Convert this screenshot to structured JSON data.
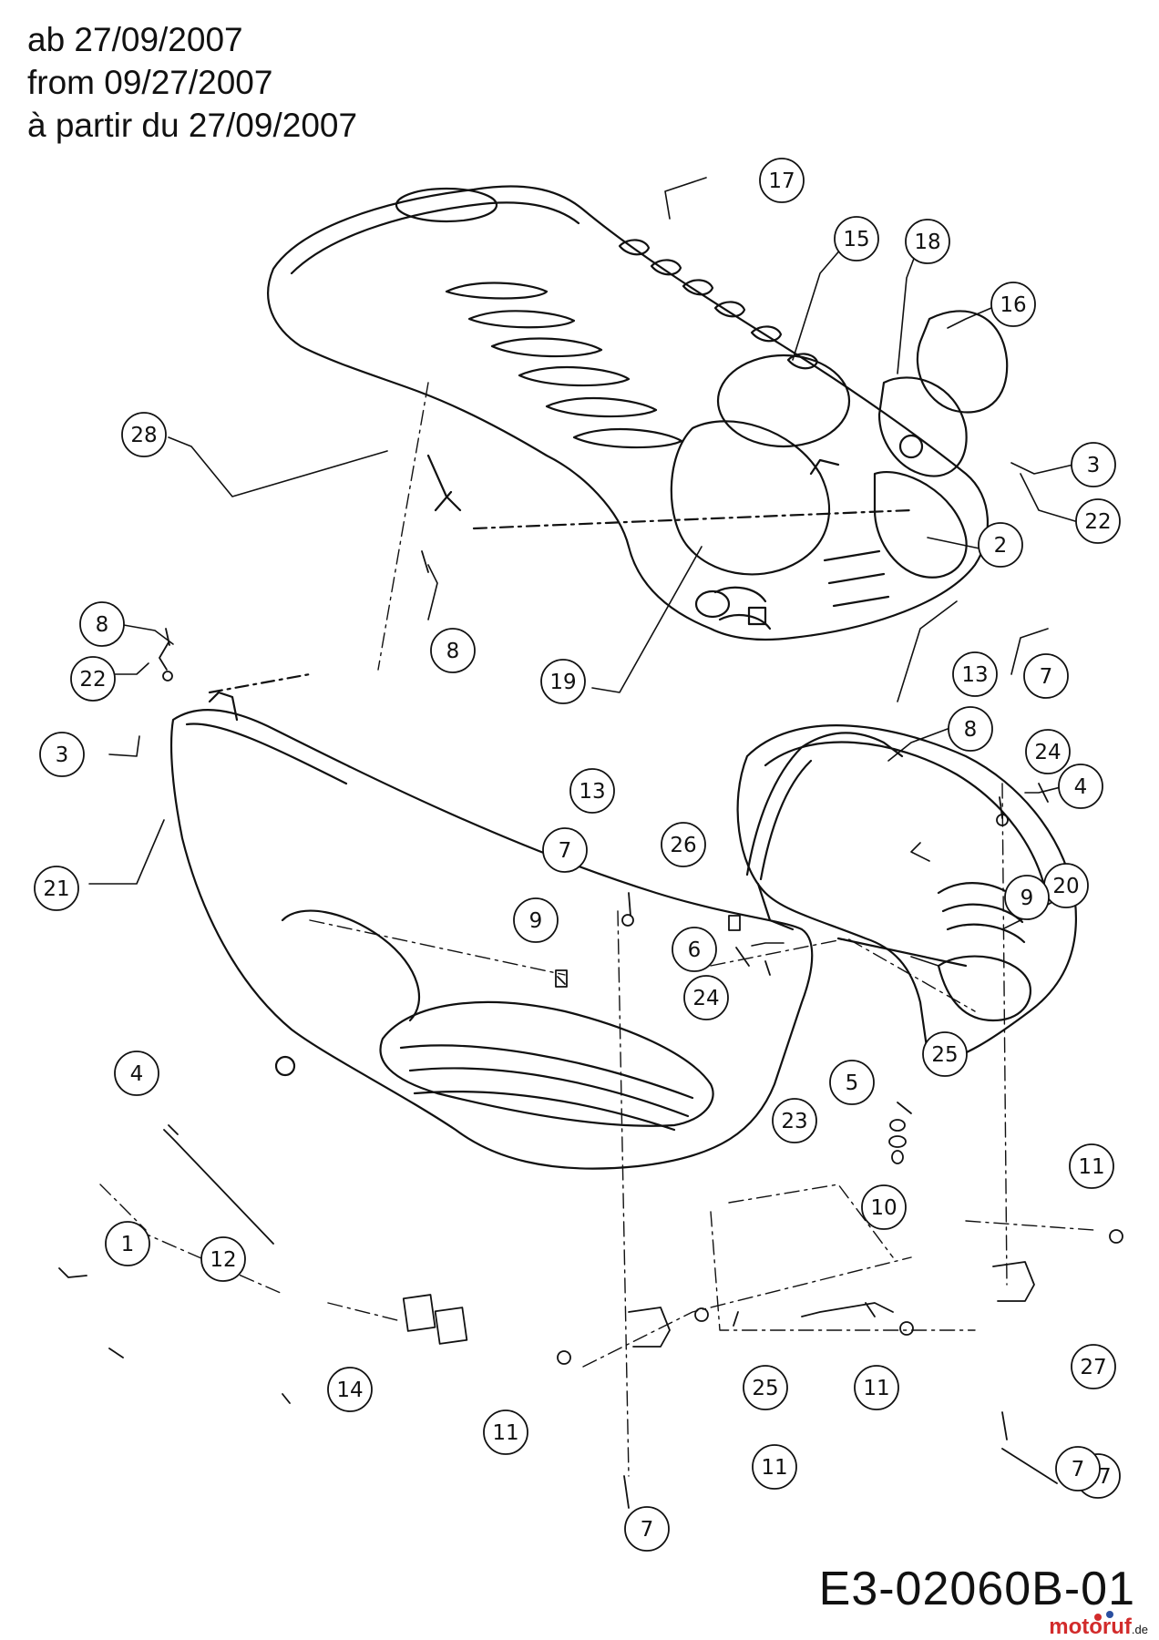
{
  "header": {
    "line1": "ab 27/09/2007",
    "line2": "from 09/27/2007",
    "line3": "à partir du 27/09/2007"
  },
  "footer": {
    "code": "E3-02060B-01",
    "brand": "motoruf",
    "brand_domain": ".de"
  },
  "callouts": [
    {
      "label": "17"
    },
    {
      "label": "15"
    },
    {
      "label": "18"
    },
    {
      "label": "16"
    },
    {
      "label": "28"
    },
    {
      "label": "3"
    },
    {
      "label": "22"
    },
    {
      "label": "2"
    },
    {
      "label": "8"
    },
    {
      "label": "8"
    },
    {
      "label": "19"
    },
    {
      "label": "22"
    },
    {
      "label": "3"
    },
    {
      "label": "13"
    },
    {
      "label": "7"
    },
    {
      "label": "8"
    },
    {
      "label": "24"
    },
    {
      "label": "13"
    },
    {
      "label": "4"
    },
    {
      "label": "21"
    },
    {
      "label": "26"
    },
    {
      "label": "7"
    },
    {
      "label": "20"
    },
    {
      "label": "9"
    },
    {
      "label": "9"
    },
    {
      "label": "6"
    },
    {
      "label": "24"
    },
    {
      "label": "25"
    },
    {
      "label": "4"
    },
    {
      "label": "5"
    },
    {
      "label": "23"
    },
    {
      "label": "11"
    },
    {
      "label": "10"
    },
    {
      "label": "12"
    },
    {
      "label": "1"
    },
    {
      "label": "27"
    },
    {
      "label": "14"
    },
    {
      "label": "27"
    },
    {
      "label": "25"
    },
    {
      "label": "11"
    },
    {
      "label": "11"
    },
    {
      "label": "11"
    },
    {
      "label": "7"
    },
    {
      "label": "7"
    }
  ],
  "colors": {
    "ink": "#111111",
    "paper": "#ffffff",
    "brand_red": "#d22b2b",
    "brand_blue": "#2a4fa0"
  }
}
